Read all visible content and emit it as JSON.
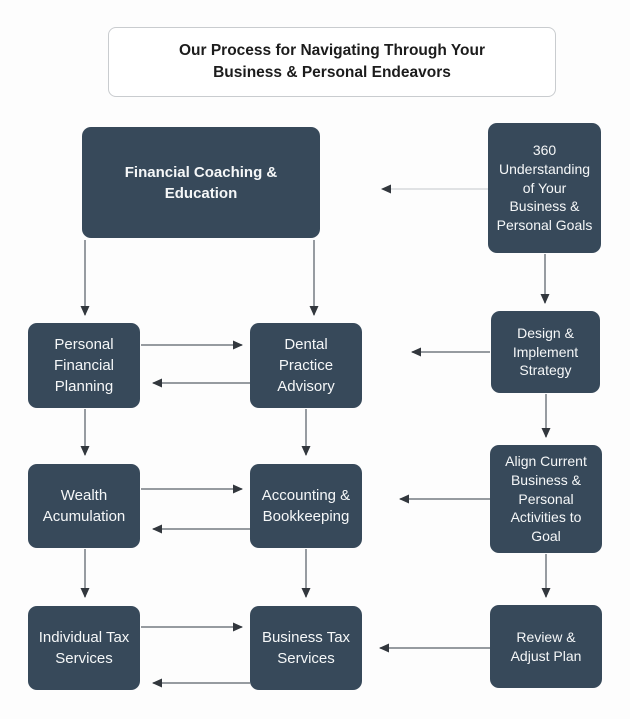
{
  "title": {
    "line1": "Our Process for Navigating Through Your",
    "line2": "Business & Personal Endeavors"
  },
  "nodes": {
    "financial_coaching": {
      "label": "Financial Coaching & Education"
    },
    "understanding_360": {
      "label": "360 Understanding of Your Business & Personal Goals"
    },
    "personal_financial_planning": {
      "label": "Personal Financial Planning"
    },
    "dental_practice_advisory": {
      "label": "Dental Practice Advisory"
    },
    "design_implement_strategy": {
      "label": "Design & Implement Strategy"
    },
    "wealth_acumulation": {
      "label": "Wealth Acumulation"
    },
    "accounting_bookkeeping": {
      "label": "Accounting & Bookkeeping"
    },
    "align_current": {
      "label": "Align Current Business & Personal Activities to Goal"
    },
    "individual_tax_services": {
      "label": "Individual Tax Services"
    },
    "business_tax_services": {
      "label": "Business Tax Services"
    },
    "review_adjust_plan": {
      "label": "Review & Adjust Plan"
    }
  },
  "edges": [
    {
      "from": "understanding_360",
      "to": "financial_coaching",
      "direction": "left"
    },
    {
      "from": "understanding_360",
      "to": "design_implement_strategy",
      "direction": "down"
    },
    {
      "from": "design_implement_strategy",
      "to": "dental_practice_advisory",
      "direction": "left"
    },
    {
      "from": "design_implement_strategy",
      "to": "align_current",
      "direction": "down"
    },
    {
      "from": "align_current",
      "to": "accounting_bookkeeping",
      "direction": "left"
    },
    {
      "from": "align_current",
      "to": "review_adjust_plan",
      "direction": "down"
    },
    {
      "from": "review_adjust_plan",
      "to": "business_tax_services",
      "direction": "left"
    },
    {
      "from": "financial_coaching",
      "to": "personal_financial_planning",
      "direction": "down"
    },
    {
      "from": "financial_coaching",
      "to": "dental_practice_advisory",
      "direction": "down"
    },
    {
      "from": "personal_financial_planning",
      "to": "dental_practice_advisory",
      "direction": "right"
    },
    {
      "from": "dental_practice_advisory",
      "to": "personal_financial_planning",
      "direction": "left"
    },
    {
      "from": "personal_financial_planning",
      "to": "wealth_acumulation",
      "direction": "down"
    },
    {
      "from": "dental_practice_advisory",
      "to": "accounting_bookkeeping",
      "direction": "down"
    },
    {
      "from": "wealth_acumulation",
      "to": "accounting_bookkeeping",
      "direction": "right"
    },
    {
      "from": "accounting_bookkeeping",
      "to": "wealth_acumulation",
      "direction": "left"
    },
    {
      "from": "wealth_acumulation",
      "to": "individual_tax_services",
      "direction": "down"
    },
    {
      "from": "accounting_bookkeeping",
      "to": "business_tax_services",
      "direction": "down"
    },
    {
      "from": "individual_tax_services",
      "to": "business_tax_services",
      "direction": "right"
    },
    {
      "from": "business_tax_services",
      "to": "individual_tax_services",
      "direction": "left"
    }
  ],
  "colors": {
    "node_bg": "#37495a",
    "node_text": "#f5f7f8",
    "arrow_line": "#757b82",
    "arrow_light": "#d7d9db",
    "arrow_head": "#32373d",
    "title_border": "#c9cccf",
    "title_text": "#1c1c1c",
    "page_bg": "#fdfdfd"
  }
}
